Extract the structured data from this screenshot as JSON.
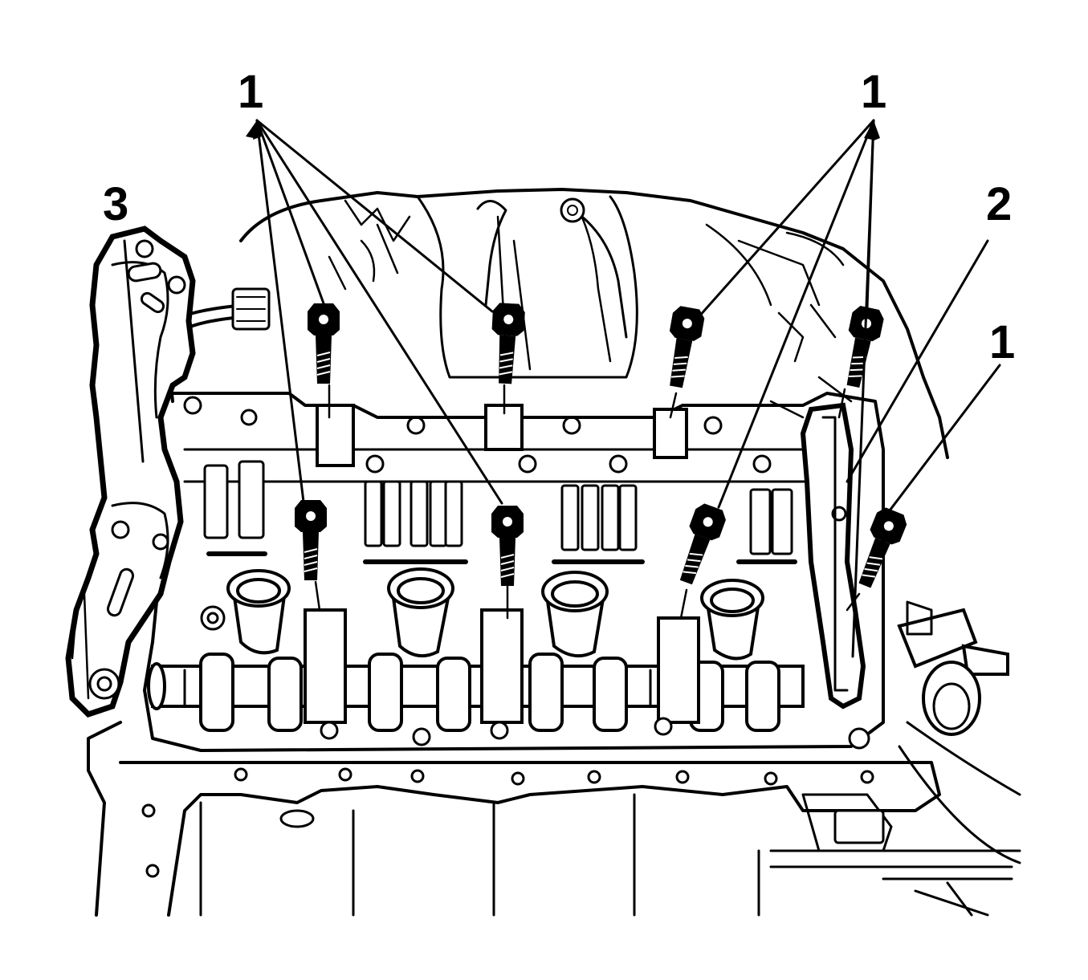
{
  "callouts": [
    {
      "label": "1"
    },
    {
      "label": "1"
    },
    {
      "label": "3"
    },
    {
      "label": "2"
    },
    {
      "label": "1"
    }
  ]
}
